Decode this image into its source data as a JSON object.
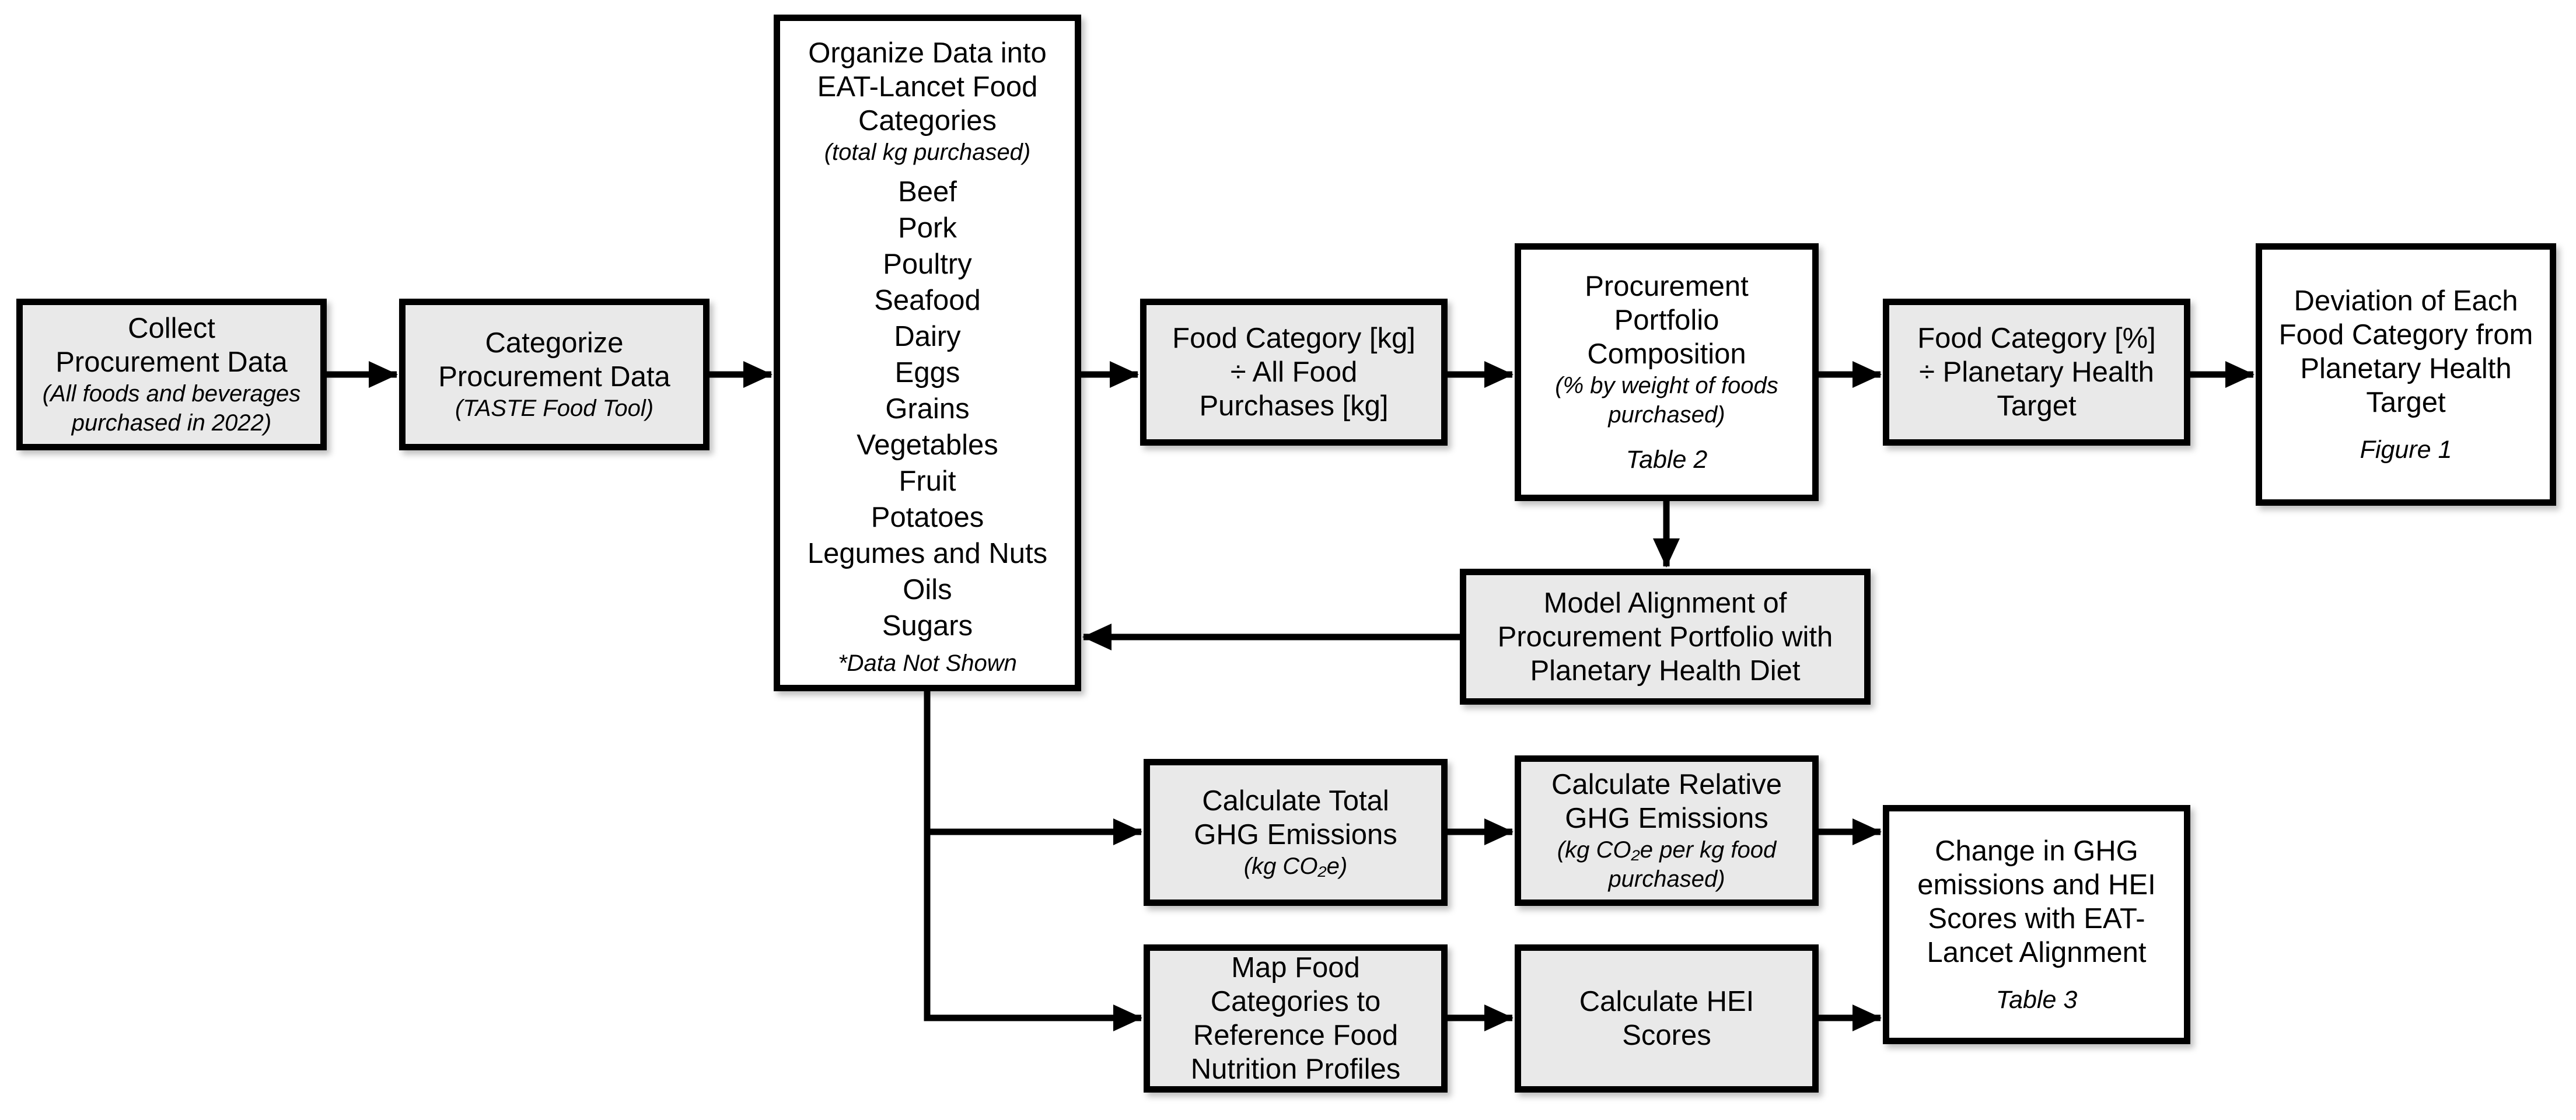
{
  "colors": {
    "background": "#ffffff",
    "box_fill_gray": "#e9e9e9",
    "box_fill_white": "#ffffff",
    "border": "#000000",
    "arrow": "#000000"
  },
  "flowchart": {
    "boxes": {
      "collect": {
        "title": "Collect\nProcurement Data",
        "note": "(All foods and beverages\npurchased in 2022)"
      },
      "categorize": {
        "title": "Categorize\nProcurement Data",
        "note": "(TASTE Food Tool)"
      },
      "organize": {
        "title": "Organize Data into\nEAT-Lancet Food\nCategories",
        "note": "(total kg purchased)",
        "items": [
          "Beef",
          "Pork",
          "Poultry",
          "Seafood",
          "Dairy",
          "Eggs",
          "Grains",
          "Vegetables",
          "Fruit",
          "Potatoes",
          "Legumes and Nuts",
          "Oils",
          "Sugars"
        ],
        "footnote": "*Data Not Shown"
      },
      "food_category_kg": {
        "title": "Food Category [kg]\n÷ All Food\nPurchases [kg]"
      },
      "portfolio": {
        "title": "Procurement\nPortfolio\nComposition",
        "note": "(% by weight of foods\npurchased)",
        "reference": "Table 2"
      },
      "food_category_pct": {
        "title": "Food Category [%]\n÷ Planetary Health\nTarget"
      },
      "deviation": {
        "title": "Deviation of Each\nFood Category from\nPlanetary Health\nTarget",
        "reference": "Figure 1"
      },
      "model_alignment": {
        "title": "Model Alignment of\nProcurement Portfolio with\nPlanetary Health Diet"
      },
      "total_ghg": {
        "title": "Calculate Total\nGHG Emissions",
        "note": "(kg CO₂e)"
      },
      "relative_ghg": {
        "title": "Calculate Relative\nGHG Emissions",
        "note": "(kg CO₂e per kg food\npurchased)"
      },
      "change_ghg_hei": {
        "title": "Change in GHG\nemissions and HEI\nScores with EAT-\nLancet Alignment",
        "reference": "Table 3"
      },
      "map_food": {
        "title": "Map Food\nCategories to\nReference Food\nNutrition Profiles"
      },
      "hei": {
        "title": "Calculate HEI\nScores"
      }
    }
  }
}
